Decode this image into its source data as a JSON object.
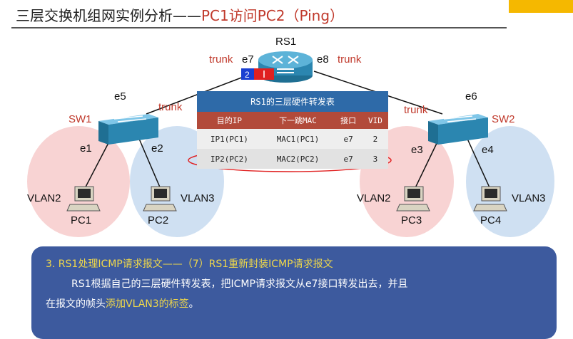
{
  "title": {
    "main": "三层交换机组网实例分析——",
    "highlight": "PC1访问PC2（Ping）"
  },
  "devices": {
    "rs1": "RS1",
    "sw1": "SW1",
    "sw2": "SW2",
    "pc1": "PC1",
    "pc2": "PC2",
    "pc3": "PC3",
    "pc4": "PC4"
  },
  "ports": {
    "e7": "e7",
    "e8": "e8",
    "e5": "e5",
    "e6": "e6",
    "e1": "e1",
    "e2": "e2",
    "e3": "e3",
    "e4": "e4"
  },
  "trunk": "trunk",
  "vlans": {
    "vlan2": "VLAN2",
    "vlan3": "VLAN3"
  },
  "frame_tag": {
    "vid": "2"
  },
  "table": {
    "caption": "RS1的三层硬件转发表",
    "headers": [
      "目的IP",
      "下一跳MAC",
      "接口",
      "VID"
    ],
    "rows": [
      [
        "IP1(PC1)",
        "MAC1(PC1)",
        "e7",
        "2"
      ],
      [
        "IP2(PC2)",
        "MAC2(PC2)",
        "e7",
        "3"
      ]
    ]
  },
  "panel": {
    "line1": "3.  RS1处理ICMP请求报文——（7）RS1重新封装ICMP请求报文",
    "line2": "RS1根据自己的三层硬件转发表，把ICMP请求报文从e7接口转发出去，并且",
    "line3_a": "在报文的帧头",
    "line3_b": "添加VLAN3的标签",
    "line3_c": "。"
  },
  "colors": {
    "vlan2_zone": "#f8d3d3",
    "vlan3_zone": "#cfe0f2",
    "accent_red": "#c0392b",
    "panel": "#3d5a9e"
  }
}
